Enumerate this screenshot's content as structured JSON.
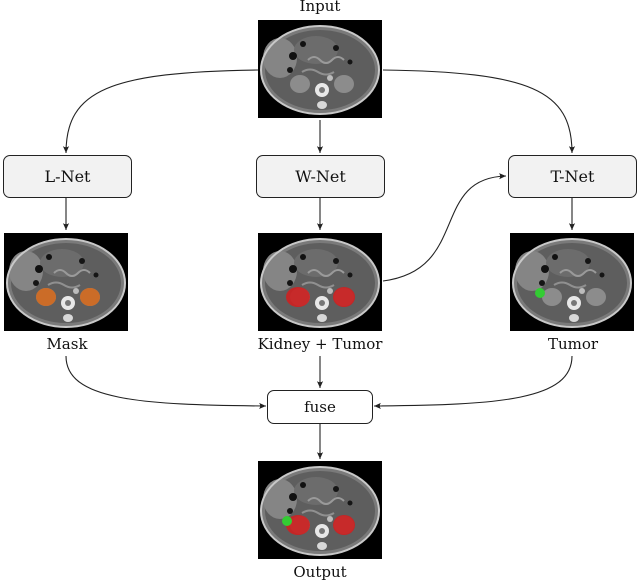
{
  "input": {
    "label": "Input"
  },
  "networks": [
    {
      "name": "L-Net",
      "output_label": "Mask",
      "overlay": "kidney-orange"
    },
    {
      "name": "W-Net",
      "output_label": "Kidney + Tumor",
      "overlay": "kidney-tumor-red"
    },
    {
      "name": "T-Net",
      "output_label": "Tumor",
      "overlay": "tumor-green"
    }
  ],
  "fuse": {
    "label": "fuse"
  },
  "output": {
    "label": "Output"
  },
  "colors": {
    "kidney_mask": "#d2691e",
    "kidney_tumor": "#cc2222",
    "tumor": "#33cc33",
    "box_fill": "#f2f2f2",
    "line": "#222222"
  }
}
